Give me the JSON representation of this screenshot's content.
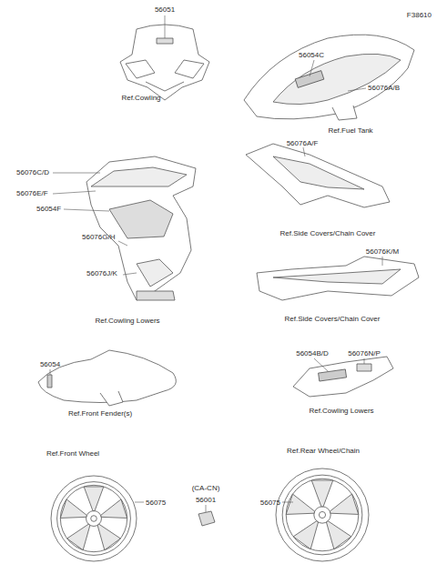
{
  "diagram": {
    "labels": [
      "F38610",
      "56051",
      "Ref.Cowling",
      "56054C",
      "56076A/B",
      "Ref.Fuel Tank",
      "56076A/F",
      "Ref.Side Covers/Chain Cover",
      "56076C/D",
      "56076E/F",
      "56054F",
      "56076G/H",
      "56076J/K",
      "Ref.Cowling Lowers",
      "56076K/M",
      "Ref.Side Covers/Chain Cover",
      "56054",
      "Ref.Front Fender(s)",
      "56054B/D",
      "56076N/P",
      "Ref.Cowling Lowers",
      "Ref.Front Wheel",
      "56075",
      "(CA-CN)",
      "56001",
      "Ref.Rear Wheel/Chain",
      "56075"
    ]
  }
}
